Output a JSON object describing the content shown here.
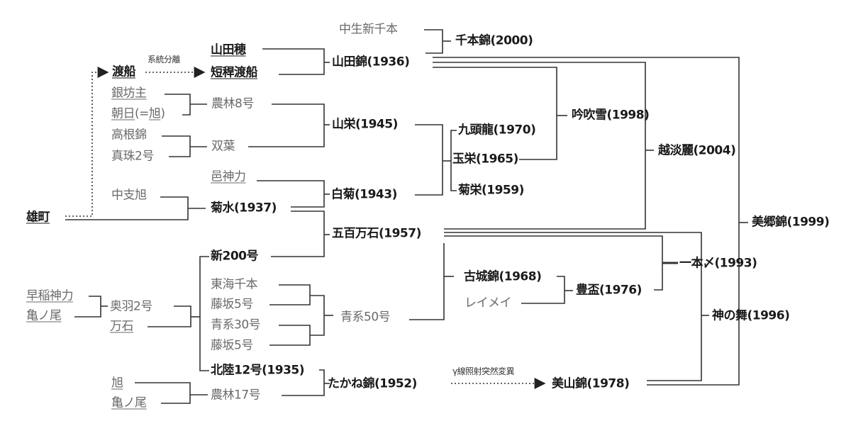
{
  "title": "Sake rice variety genealogy",
  "annotations": {
    "line_separation": "系統分離",
    "gamma_mutation": "γ線照射突然変異"
  },
  "nodes": {
    "nakate_shinsenbon": "中生新千本",
    "senbonnishiki": "千本錦(2000)",
    "yamadaho": "山田穂",
    "tankan_wataribune": "短稈渡船",
    "wataribune": "渡船",
    "yamadanishiki": "山田錦(1936)",
    "ginbozu": "銀坊主",
    "asahi_paren_a": "朝日",
    "asahi_paren_b": "(=",
    "asahi_paren_c": "旭",
    "asahi_paren_d": ")",
    "norin8": "農林8号",
    "takanenishiki": "高根錦",
    "shinju2": "真珠2号",
    "futaba": "双葉",
    "sanei": "山栄(1945)",
    "yushinriki": "邑神力",
    "chushi_asahi": "中支旭",
    "kikusui": "菊水(1937)",
    "shiragiku": "白菊(1943)",
    "omachi": "雄町",
    "gohyakumangoku": "五百万石(1957)",
    "shin200": "新200号",
    "tokai_senbon": "東海千本",
    "fujisaka5_a": "藤坂5号",
    "aokei30": "青系30号",
    "fujisaka5_b": "藤坂5号",
    "hokuriku12": "北陸12号(1935)",
    "aokei50": "青系50号",
    "wase_shinriki": "早稲神力",
    "kamenoo_a": "亀ノ尾",
    "ou2": "奥羽2号",
    "mangoku": "万石",
    "asahi": "旭",
    "kamenoo_b": "亀ノ尾",
    "norin17": "農林17号",
    "takanenishiki_1952": "たかね錦(1952)",
    "miyamanishiki": "美山錦(1978)",
    "kuzuryu": "九頭龍(1970)",
    "tamasakae": "玉栄(1965)",
    "kikusakae": "菊栄(1959)",
    "ginfubuki": "吟吹雪(1998)",
    "koshitanrei": "越淡麗(2004)",
    "misatonishiki": "美郷錦(1999)",
    "ipponjime": "一本〆(1993)",
    "kannomai": "神の舞(1996)",
    "kojonishiki": "古城錦(1968)",
    "reimei": "レイメイ",
    "hohai": "豊盃(1976)"
  }
}
